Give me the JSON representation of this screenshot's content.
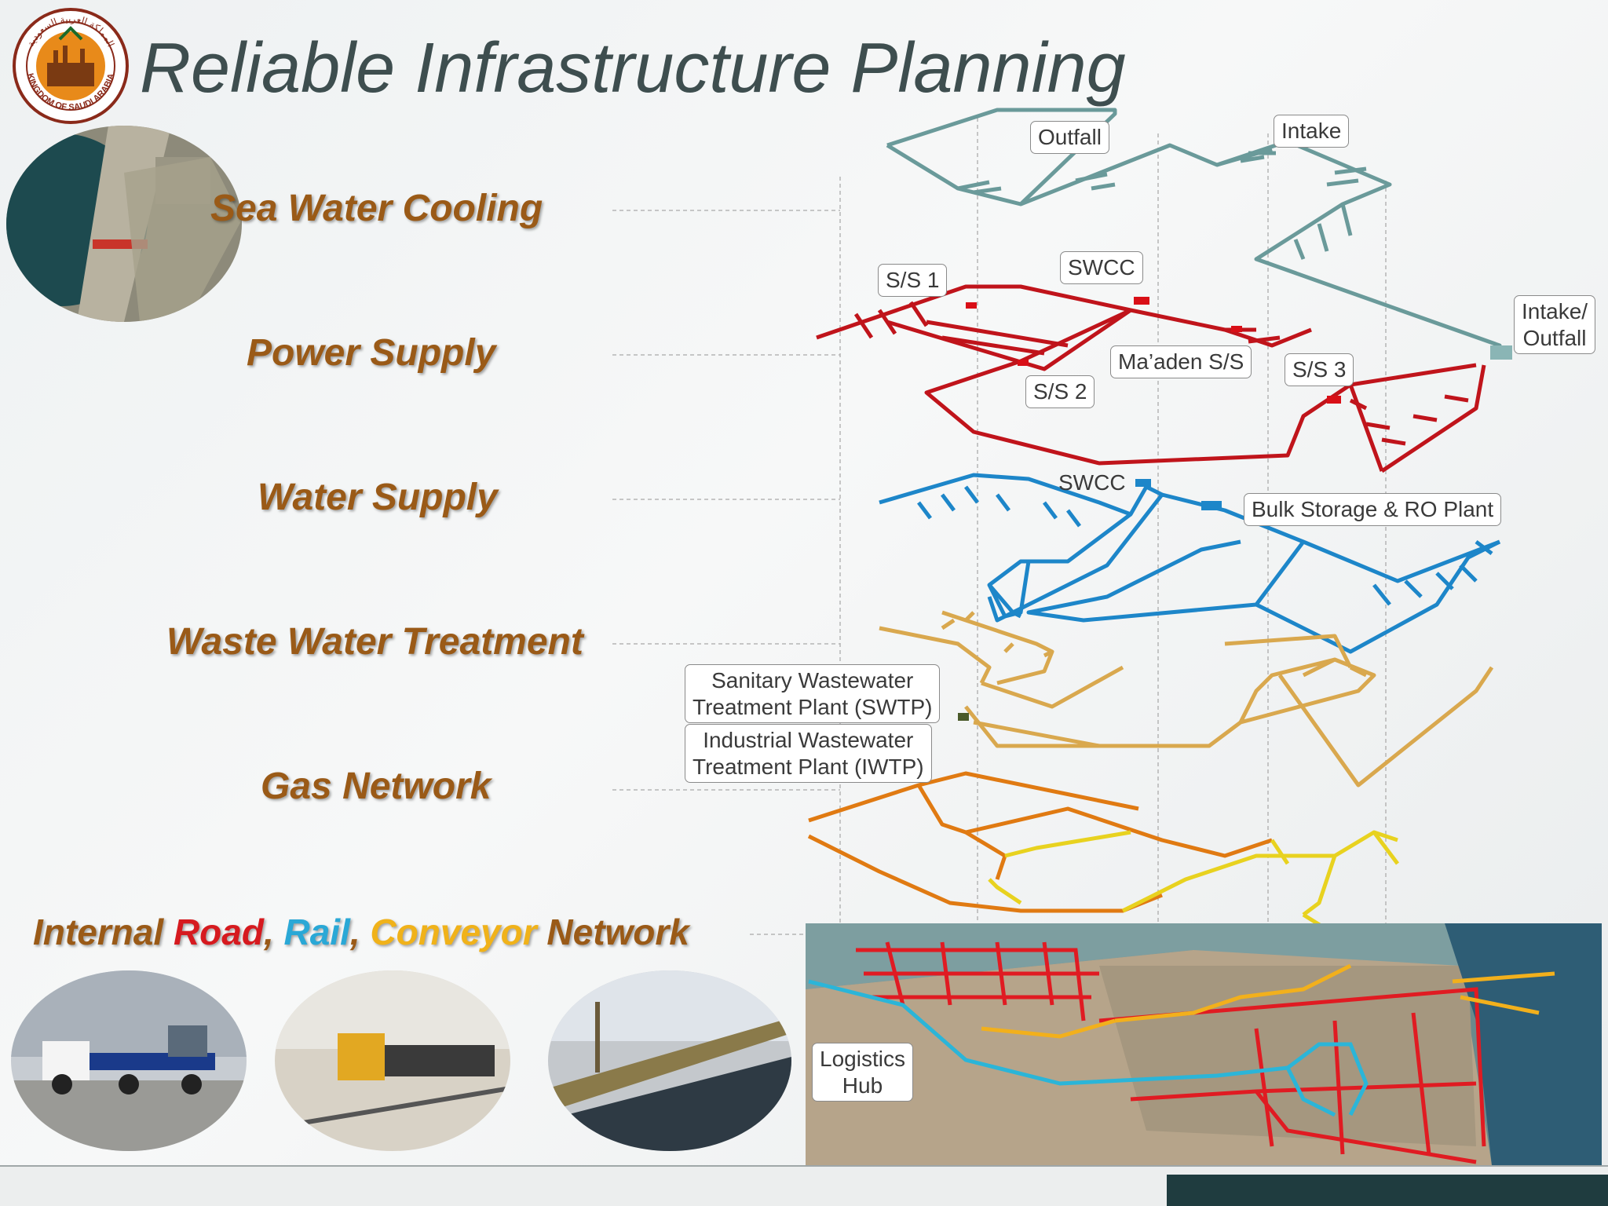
{
  "title": "Reliable Infrastructure Planning",
  "logo": {
    "arabic_text": "المملكة العربية السعودية",
    "english_text": "KINGDOM OF SAUDI ARABIA"
  },
  "layers": [
    {
      "label": "Sea Water Cooling"
    },
    {
      "label": "Power Supply"
    },
    {
      "label": "Water Supply"
    },
    {
      "label": "Waste Water Treatment"
    },
    {
      "label": "Gas Network"
    }
  ],
  "network_label": {
    "part1": "Internal ",
    "road": "Road",
    "sep1": ", ",
    "rail": "Rail",
    "sep2": ", ",
    "conveyor": "Conveyor",
    "part2": " Network"
  },
  "callouts": {
    "outfall": "Outfall",
    "intake": "Intake",
    "intake_outfall": "Intake/\nOutfall",
    "ss1": "S/S 1",
    "swcc_power": "SWCC",
    "maaden_ss": "Ma’aden S/S",
    "ss2": "S/S 2",
    "ss3": "S/S 3",
    "swcc_water": "SWCC",
    "bulk_storage": "Bulk Storage & RO Plant",
    "swtp": "Sanitary Wastewater\nTreatment Plant (SWTP)",
    "iwtp": "Industrial Wastewater\nTreatment Plant (IWTP)",
    "logistics_hub": "Logistics\nHub"
  },
  "colors": {
    "title": "#3e4e4f",
    "label_brown": "#9a5a17",
    "sea_water": "#6a9a9a",
    "power": "#c0141b",
    "water": "#1d86c9",
    "wastewater": "#d9a84e",
    "gas_orange": "#e07a12",
    "gas_yellow": "#e8d21f",
    "road_red": "#e01b22",
    "rail_cyan": "#2bb5d8",
    "conveyor_yellow": "#f2b01c"
  }
}
